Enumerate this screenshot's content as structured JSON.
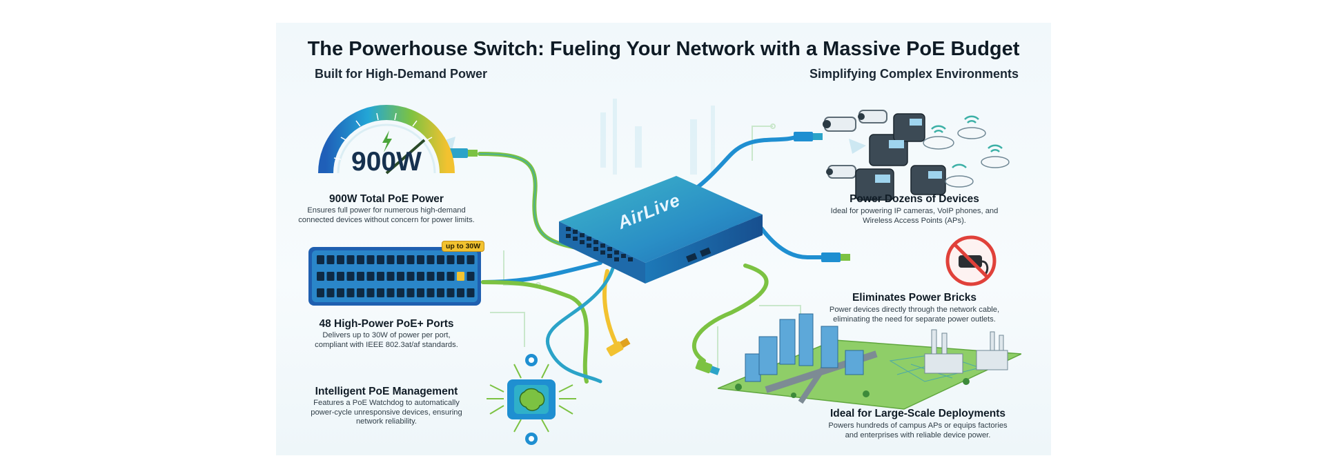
{
  "title": "The Powerhouse Switch: Fueling Your Network with a Massive PoE Budget",
  "sections": {
    "left": "Built for High-Demand Power",
    "right": "Simplifying Complex Environments"
  },
  "gauge": {
    "value_label": "900W",
    "icon": "lightning-bolt-icon"
  },
  "port_badge": "up to 30W",
  "switch_brand": "AirLive",
  "features": {
    "total_power": {
      "title": "900W Total PoE Power",
      "desc_lines": [
        "Ensures full power for numerous high-demand",
        "connected devices without concern for power limits."
      ]
    },
    "ports": {
      "title": "48 High-Power PoE+ Ports",
      "desc_lines": [
        "Delivers up to 30W of power per port,",
        "compliant with IEEE 802.3at/af standards."
      ]
    },
    "management": {
      "title": "Intelligent PoE Management",
      "desc_lines": [
        "Features a PoE Watchdog to automatically",
        "power-cycle unresponsive devices, ensuring",
        "network reliability."
      ]
    },
    "devices": {
      "title": "Power Dozens of Devices",
      "desc_lines": [
        "Ideal for powering IP cameras, VoIP phones, and",
        "Wireless Access Points (APs)."
      ]
    },
    "bricks": {
      "title": "Eliminates Power Bricks",
      "desc_lines": [
        "Power devices directly through the network cable,",
        "eliminating the need for separate power outlets."
      ]
    },
    "deployments": {
      "title": "Ideal for Large-Scale Deployments",
      "desc_lines": [
        "Powers hundreds of campus APs or equips factories",
        "and enterprises with reliable device power."
      ]
    }
  },
  "colors": {
    "accent_blue": "#1f8fd1",
    "accent_green": "#7cc242",
    "accent_yellow": "#f2c230",
    "no_sign_red": "#e0413a",
    "dark_navy": "#16314f"
  }
}
